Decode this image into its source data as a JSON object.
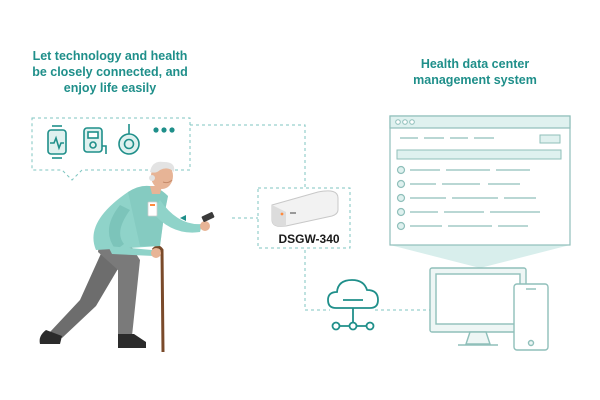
{
  "captions": {
    "left_line1": "Let technology and health",
    "left_line2": "be closely connected, and",
    "left_line3": "enjoy life easily",
    "right_line1": "Health data center",
    "right_line2": "management system"
  },
  "device": {
    "label": "DSGW-340"
  },
  "icons": [
    "smartwatch-icon",
    "blood-pressure-monitor-icon",
    "pendant-alarm-icon",
    "more-dots-icon",
    "cloud-network-icon",
    "computer-monitor-icon",
    "smartphone-icon"
  ],
  "colors": {
    "accent": "#1f8f8a",
    "teal_light": "#7fc6c1",
    "shirt": "#8fd3c9",
    "pants": "#6d6d6d",
    "panel_fill": "#eef6f5"
  }
}
